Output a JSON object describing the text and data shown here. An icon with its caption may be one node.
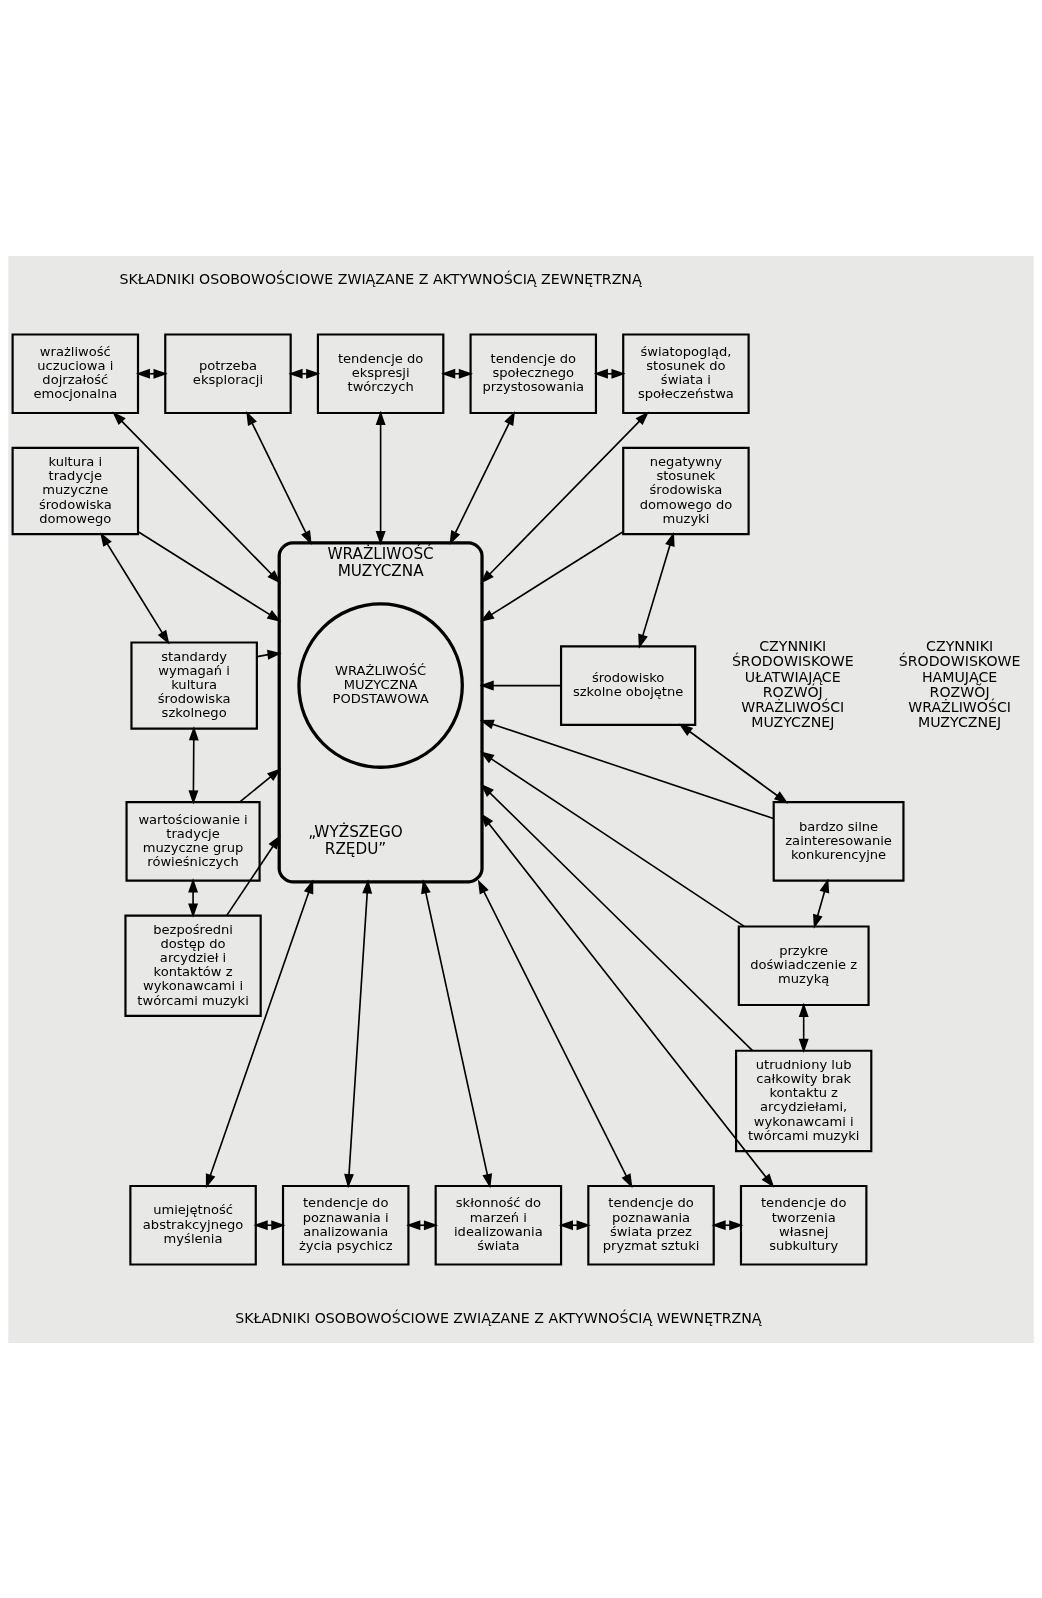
{
  "diagram": {
    "nodes": [
      {
        "text": [
          "wrażliwość uczuciowa i dojrzałość emocjonalna"
        ]
      },
      {
        "text": [
          "potrzeba eksploracji"
        ]
      },
      {
        "text": [
          "tendencje do ekspresji twórczych"
        ]
      },
      {
        "text": [
          "tendencje do społecznego przystosowania"
        ]
      },
      {
        "text": [
          "światopogląd, stosunek do świata i społeczeństwa"
        ]
      },
      {
        "text": [
          "kultura i tradycje muzyczne środowiska domowego"
        ]
      },
      {
        "text": [
          "standardy wymagań i kultura środowiska szkolnego"
        ]
      },
      {
        "text": [
          "wartościowanie i tradycje muzyczne grup rówieśniczych"
        ]
      },
      {
        "text": [
          "bezpośredni dostęp do arcydzieł i kontaktów z wykonawcami i twórcami muzyki"
        ]
      },
      {
        "text": [
          "WRAŻLIWOŚĆ MUZYCZNA",
          "„WYŻSZEGO RZĘDU”"
        ]
      },
      {
        "text": [
          "WRAŻLIWOŚĆ MUZYCZNA PODSTAWOWA"
        ],
        "in": 9
      },
      {
        "text": [
          "negatywny stosunek środowiska domowego do muzyki"
        ]
      },
      {
        "text": [
          "środowisko szkolne obojętne"
        ]
      },
      {
        "text": [
          "bardzo silne zainteresowanie konkurencyjne"
        ]
      },
      {
        "text": [
          "przykre doświadczenie z muzyką"
        ]
      },
      {
        "text": [
          "utrudniony lub całkowity brak kontaktu z arcydziełami, wykonawcami i twórcami muzyki"
        ]
      },
      {
        "text": [
          "umiejętność abstrakcyjnego myślenia"
        ]
      },
      {
        "text": [
          "tendencje do poznawania i analizowania życia psychicz"
        ]
      },
      {
        "text": [
          "skłonność do marzeń i idealizowania świata"
        ]
      },
      {
        "text": [
          "tendencje do poznawania świata przez pryzmat sztuki"
        ]
      },
      {
        "text": [
          "tendencje do tworzenia własnej subkultury"
        ]
      }
    ],
    "edges": [
      {
        "from": 0,
        "to": 1,
        "arrow": "both"
      },
      {
        "from": 1,
        "to": 2,
        "arrow": "both"
      },
      {
        "from": 2,
        "to": 3,
        "arrow": "both"
      },
      {
        "from": 3,
        "to": 4,
        "arrow": "both"
      },
      {
        "from": 9,
        "to": 0,
        "arrow": "both"
      },
      {
        "from": 9,
        "to": 1,
        "arrow": "both"
      },
      {
        "from": 9,
        "to": 2,
        "arrow": "both"
      },
      {
        "from": 9,
        "to": 3,
        "arrow": "both"
      },
      {
        "from": 9,
        "to": 4,
        "arrow": "both"
      },
      {
        "from": 5,
        "to": 6,
        "arrow": "both"
      },
      {
        "from": 6,
        "to": 7,
        "arrow": "both"
      },
      {
        "from": 7,
        "to": 8,
        "arrow": "both"
      },
      {
        "from": 5,
        "to": 9,
        "arrow": "to"
      },
      {
        "from": 6,
        "to": 9,
        "arrow": "to"
      },
      {
        "from": 7,
        "to": 9,
        "arrow": "to"
      },
      {
        "from": 8,
        "to": 9,
        "arrow": "to"
      },
      {
        "from": 11,
        "to": 12,
        "arrow": "both"
      },
      {
        "from": 12,
        "to": 13,
        "arrow": "both"
      },
      {
        "from": 13,
        "to": 14,
        "arrow": "both"
      },
      {
        "from": 14,
        "to": 15,
        "arrow": "both"
      },
      {
        "from": 11,
        "to": 9,
        "arrow": "to"
      },
      {
        "from": 12,
        "to": 9,
        "arrow": "to"
      },
      {
        "from": 13,
        "to": 9,
        "arrow": "to"
      },
      {
        "from": 14,
        "to": 9,
        "arrow": "to"
      },
      {
        "from": 15,
        "to": 9,
        "arrow": "to"
      },
      {
        "from": 9,
        "to": 16,
        "arrow": "both"
      },
      {
        "from": 9,
        "to": 17,
        "arrow": "both"
      },
      {
        "from": 9,
        "to": 18,
        "arrow": "both"
      },
      {
        "from": 9,
        "to": 19,
        "arrow": "both"
      },
      {
        "from": 9,
        "to": 20,
        "arrow": "both"
      },
      {
        "from": 16,
        "to": 17,
        "arrow": "both"
      },
      {
        "from": 17,
        "to": 18,
        "arrow": "both"
      },
      {
        "from": 18,
        "to": 19,
        "arrow": "both"
      },
      {
        "from": 19,
        "to": 20,
        "arrow": "both"
      }
    ],
    "labels": [
      "SKŁADNIKI OSOBOWOŚCIOWE ZWIĄZANE Z AKTYWNOŚCIĄ ZEWNĘTRZNĄ",
      "CZYNNIKI ŚRODOWISKOWE UŁATWIAJĄCE ROZWÓJ WRAŻLIWOŚCI MUZYCZNEJ",
      "CZYNNIKI ŚRODOWISKOWE HAMUJĄCE ROZWÓJ WRAŻLIWOŚCI MUZYCZNEJ",
      "SKŁADNIKI OSOBOWOŚCIOWE ZWIĄZANE Z AKTYWNOŚCIĄ WEWNĘTRZNĄ"
    ]
  }
}
